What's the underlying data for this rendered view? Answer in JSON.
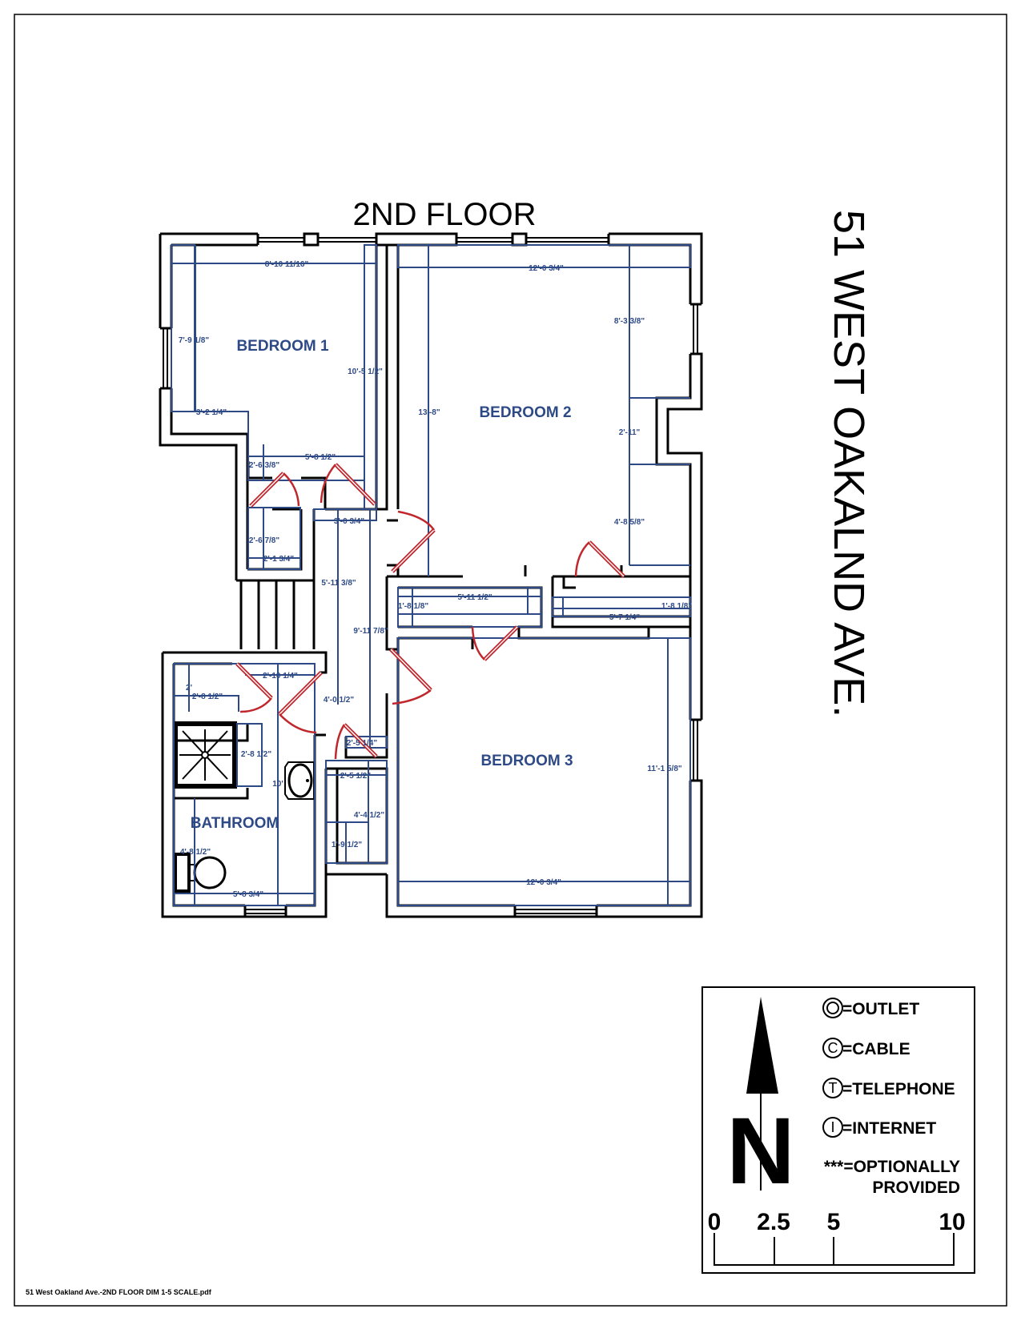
{
  "sheet": {
    "title": "2ND FLOOR",
    "address": "51 WEST OAKALND AVE.",
    "footer_filename": "51 West Oakland Ave.-2ND FLOOR DIM 1-5 SCALE.pdf"
  },
  "rooms": {
    "bedroom1": "BEDROOM 1",
    "bedroom2": "BEDROOM 2",
    "bedroom3": "BEDROOM 3",
    "bathroom": "BATHROOM"
  },
  "dimensions": {
    "br1_width": "8'-10 11/16\"",
    "br1_height_left": "7'-9 1/8\"",
    "br1_height_right": "10'-5 1/2\"",
    "br1_alcove": "3'-2 1/4\"",
    "br1_closet_wall": "5'-8 1/2\"",
    "closet1_depth": "2'-6 3/8\"",
    "closet2_depth": "2'-6 7/8\"",
    "closet2_width": "2'-1 3/4\"",
    "hall_top": "3'-0 3/4\"",
    "hall_left": "5'-11 3/8\"",
    "hall_right": "9'-11 7/8\"",
    "br2_width": "12'-0 3/4\"",
    "br2_height": "13'-8\"",
    "br2_right_upper": "8'-3 3/8\"",
    "br2_bumpout": "2'-11\"",
    "br2_right_lower": "4'-8 5/8\"",
    "closet3_width": "5'-11 1/2\"",
    "closet3_depth": "1'-8 1/8\"",
    "closet4_width": "5'-7 1/4\"",
    "closet4_depth": "1'-8 1/8\"",
    "bath_top": "2'-10 1/4\"",
    "bath_vanity_h": "2'",
    "bath_vanity_w": "2'-8 1/2\"",
    "hall_lower": "4'-0 1/2\"",
    "shower": "2'-8 1/2\"",
    "bath_length": "10'",
    "bath_toilet": "4'-8 1/2\"",
    "bath_bottom": "5'-8 3/4\"",
    "linen_top": "2'-5 1/4\"",
    "linen_width": "2'-5 1/2\"",
    "linen_height": "4'-4 1/2\"",
    "linen_lower": "1'-9 1/2\"",
    "br3_width": "12'-0 3/4\"",
    "br3_height": "11'-1 5/8\""
  },
  "legend": {
    "items": [
      {
        "symbol": "O",
        "label": "=OUTLET"
      },
      {
        "symbol": "C",
        "label": "=CABLE"
      },
      {
        "symbol": "T",
        "label": "=TELEPHONE"
      },
      {
        "symbol": "I",
        "label": "=INTERNET"
      }
    ],
    "optional_line1": "***=OPTIONALLY",
    "optional_line2": "PROVIDED",
    "north_label": "N",
    "scale_ticks": [
      "0",
      "2.5",
      "5",
      "10"
    ]
  },
  "colors": {
    "walls": "#000000",
    "dimensions": "#2e4a86",
    "doors": "#c0272d"
  }
}
